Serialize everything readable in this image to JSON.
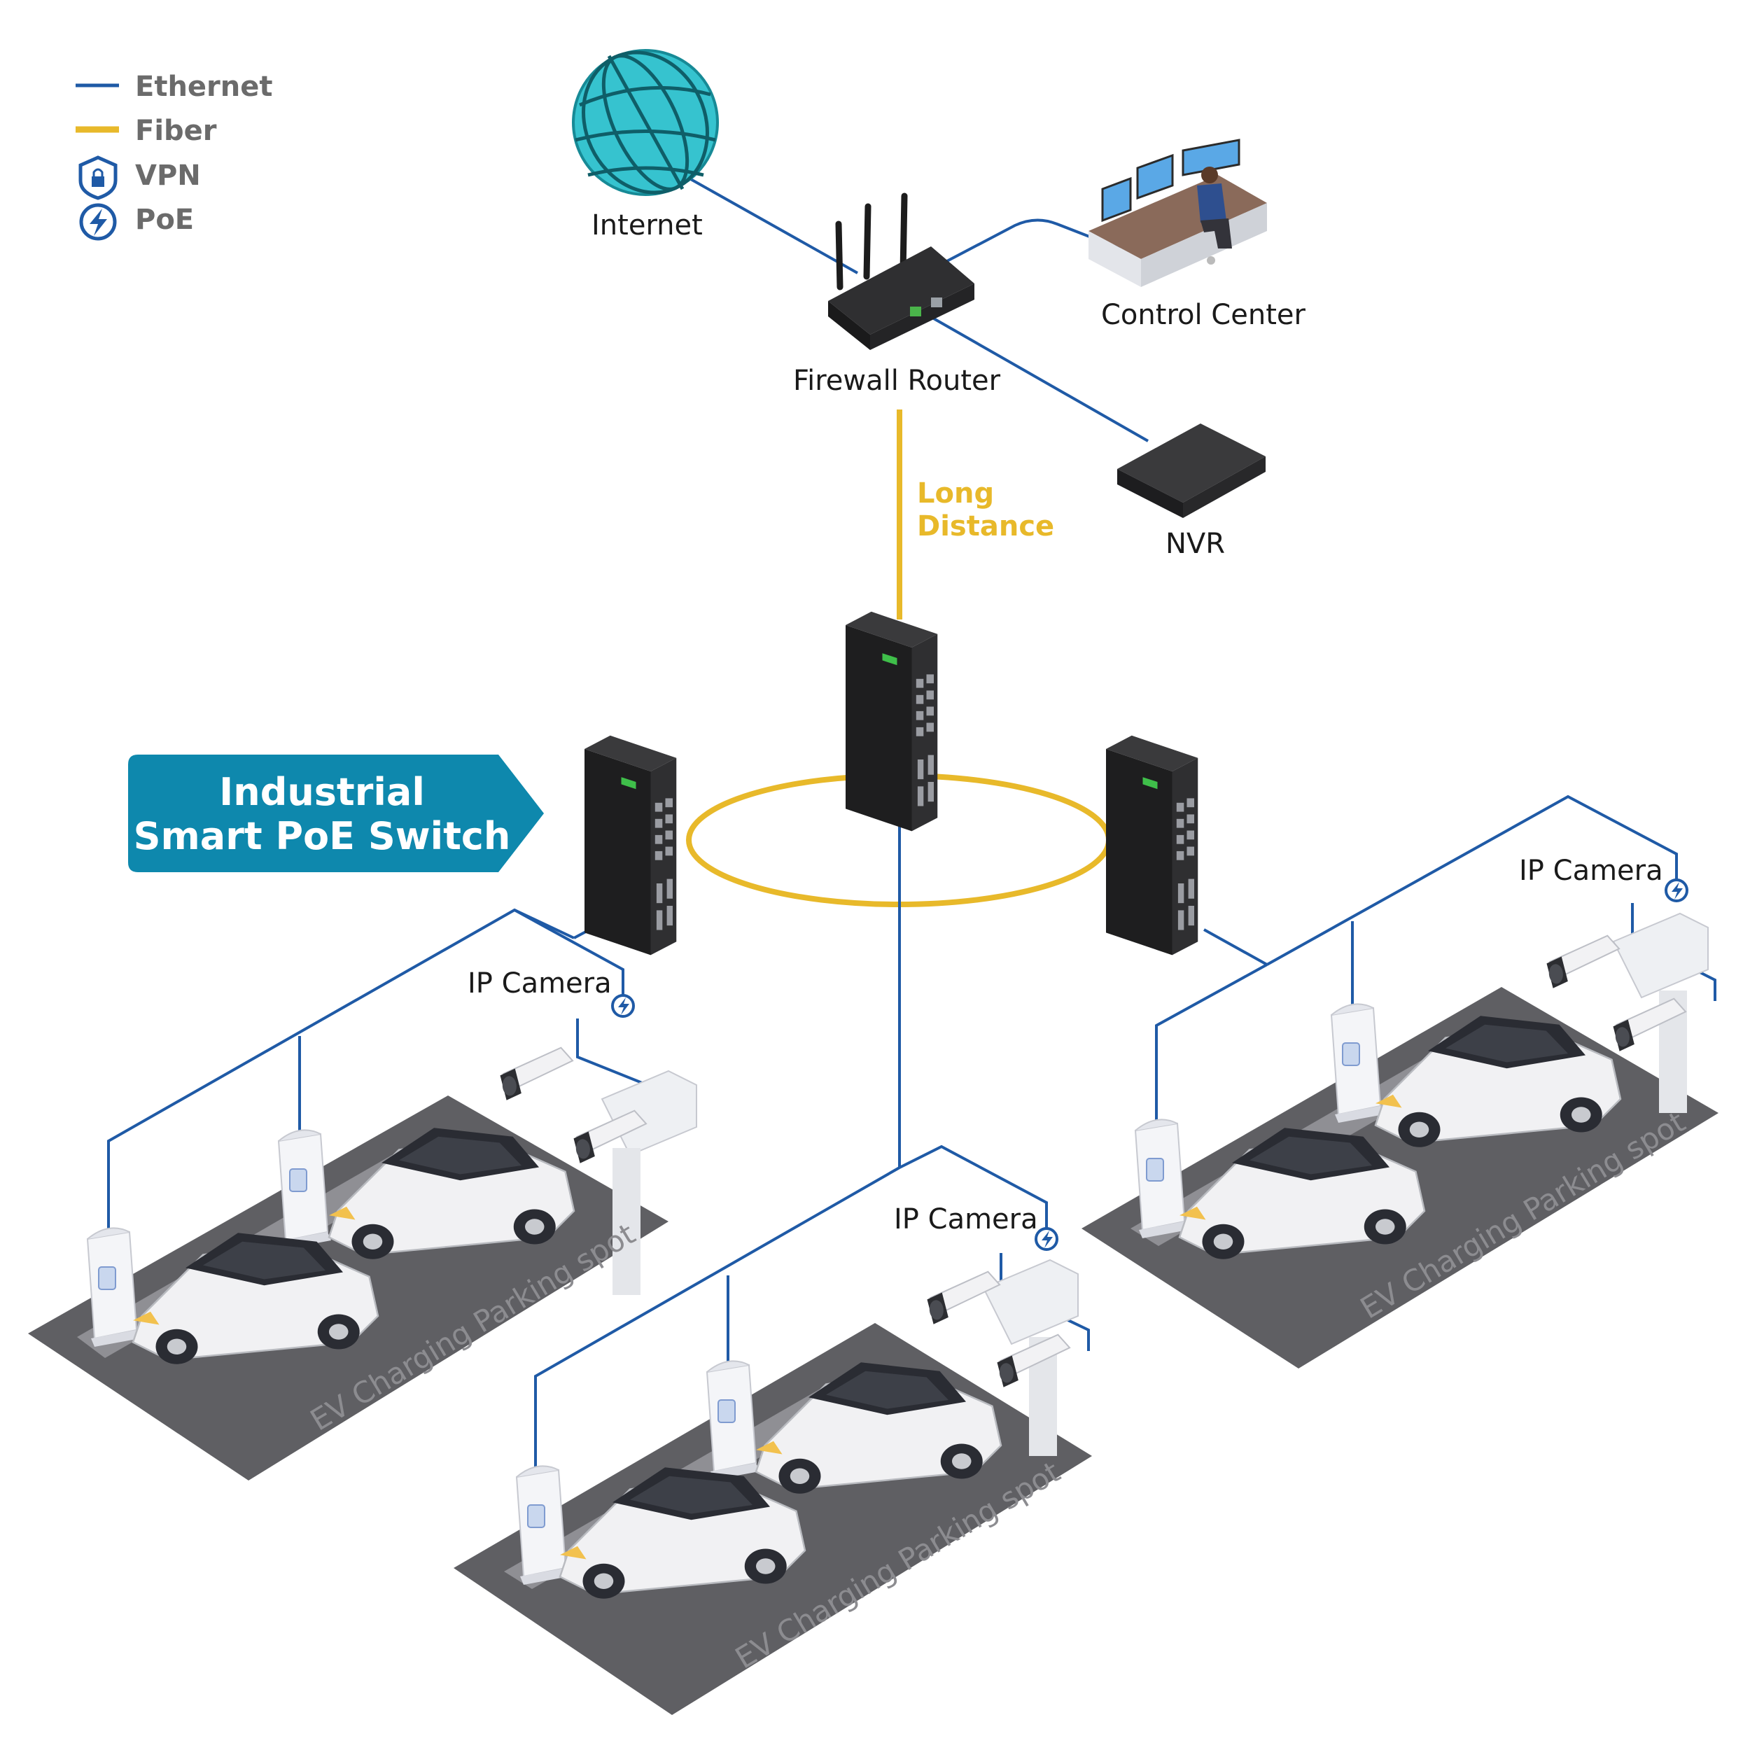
{
  "legend": {
    "ethernet": "Ethernet",
    "fiber": "Fiber",
    "vpn": "VPN",
    "poe": "PoE"
  },
  "nodes": {
    "internet": "Internet",
    "firewall_router": "Firewall Router",
    "control_center": "Control Center",
    "nvr": "NVR",
    "long_distance_1": "Long",
    "long_distance_2": "Distance"
  },
  "callout": {
    "line1": "Industrial",
    "line2": "Smart PoE Switch"
  },
  "lots": {
    "left": {
      "camera": "IP Camera",
      "label": "EV Charging Parking spot"
    },
    "center": {
      "camera": "IP Camera",
      "label": "EV Charging Parking spot"
    },
    "right": {
      "camera": "IP Camera",
      "label": "EV Charging Parking spot"
    }
  },
  "colors": {
    "ethernet": "#1f5aa6",
    "fiber": "#e8b92a",
    "callout": "#0e88ad",
    "globe": "#36c3cf",
    "device": "#2b2b2b",
    "lot": "#5f5f63"
  },
  "icons": [
    "vpn-shield-icon",
    "poe-lightning-icon",
    "globe-icon",
    "router-icon",
    "switch-icon",
    "camera-icon",
    "ev-charger-icon",
    "car-icon"
  ]
}
